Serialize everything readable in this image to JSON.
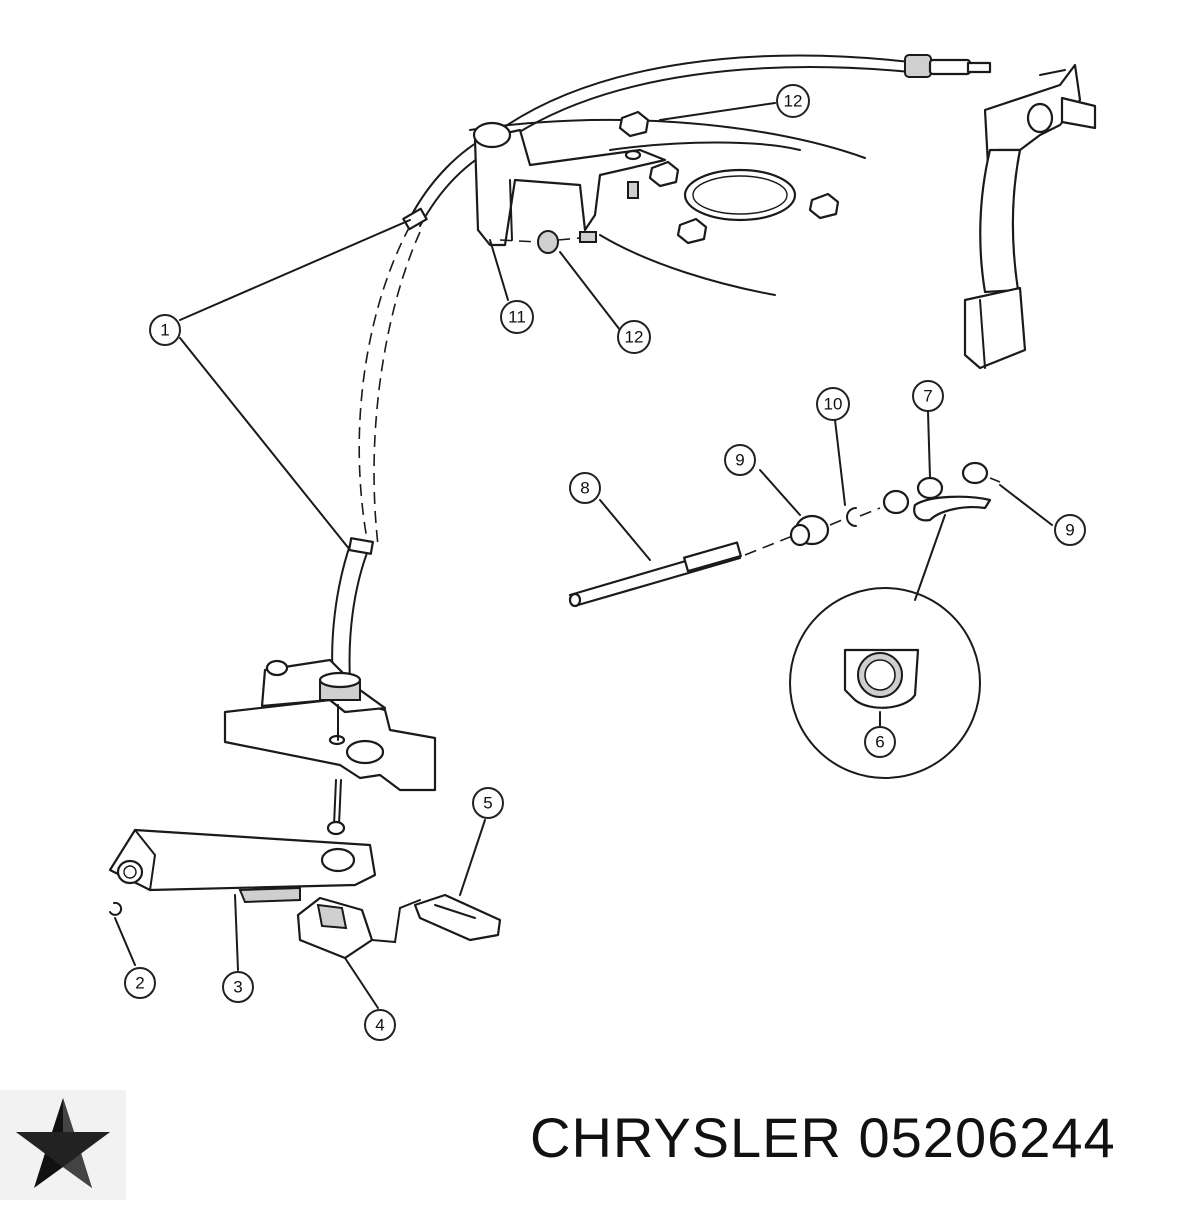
{
  "callouts": [
    {
      "label": "1"
    },
    {
      "label": "2"
    },
    {
      "label": "3"
    },
    {
      "label": "4"
    },
    {
      "label": "5"
    },
    {
      "label": "6"
    },
    {
      "label": "7"
    },
    {
      "label": "8"
    },
    {
      "label": "9"
    },
    {
      "label": "9"
    },
    {
      "label": "10"
    },
    {
      "label": "11"
    },
    {
      "label": "12"
    },
    {
      "label": "12"
    }
  ],
  "footer": {
    "brand": "CHRYSLER",
    "part_number": "05206244",
    "logo_icon": "pentastar-logo-icon"
  }
}
